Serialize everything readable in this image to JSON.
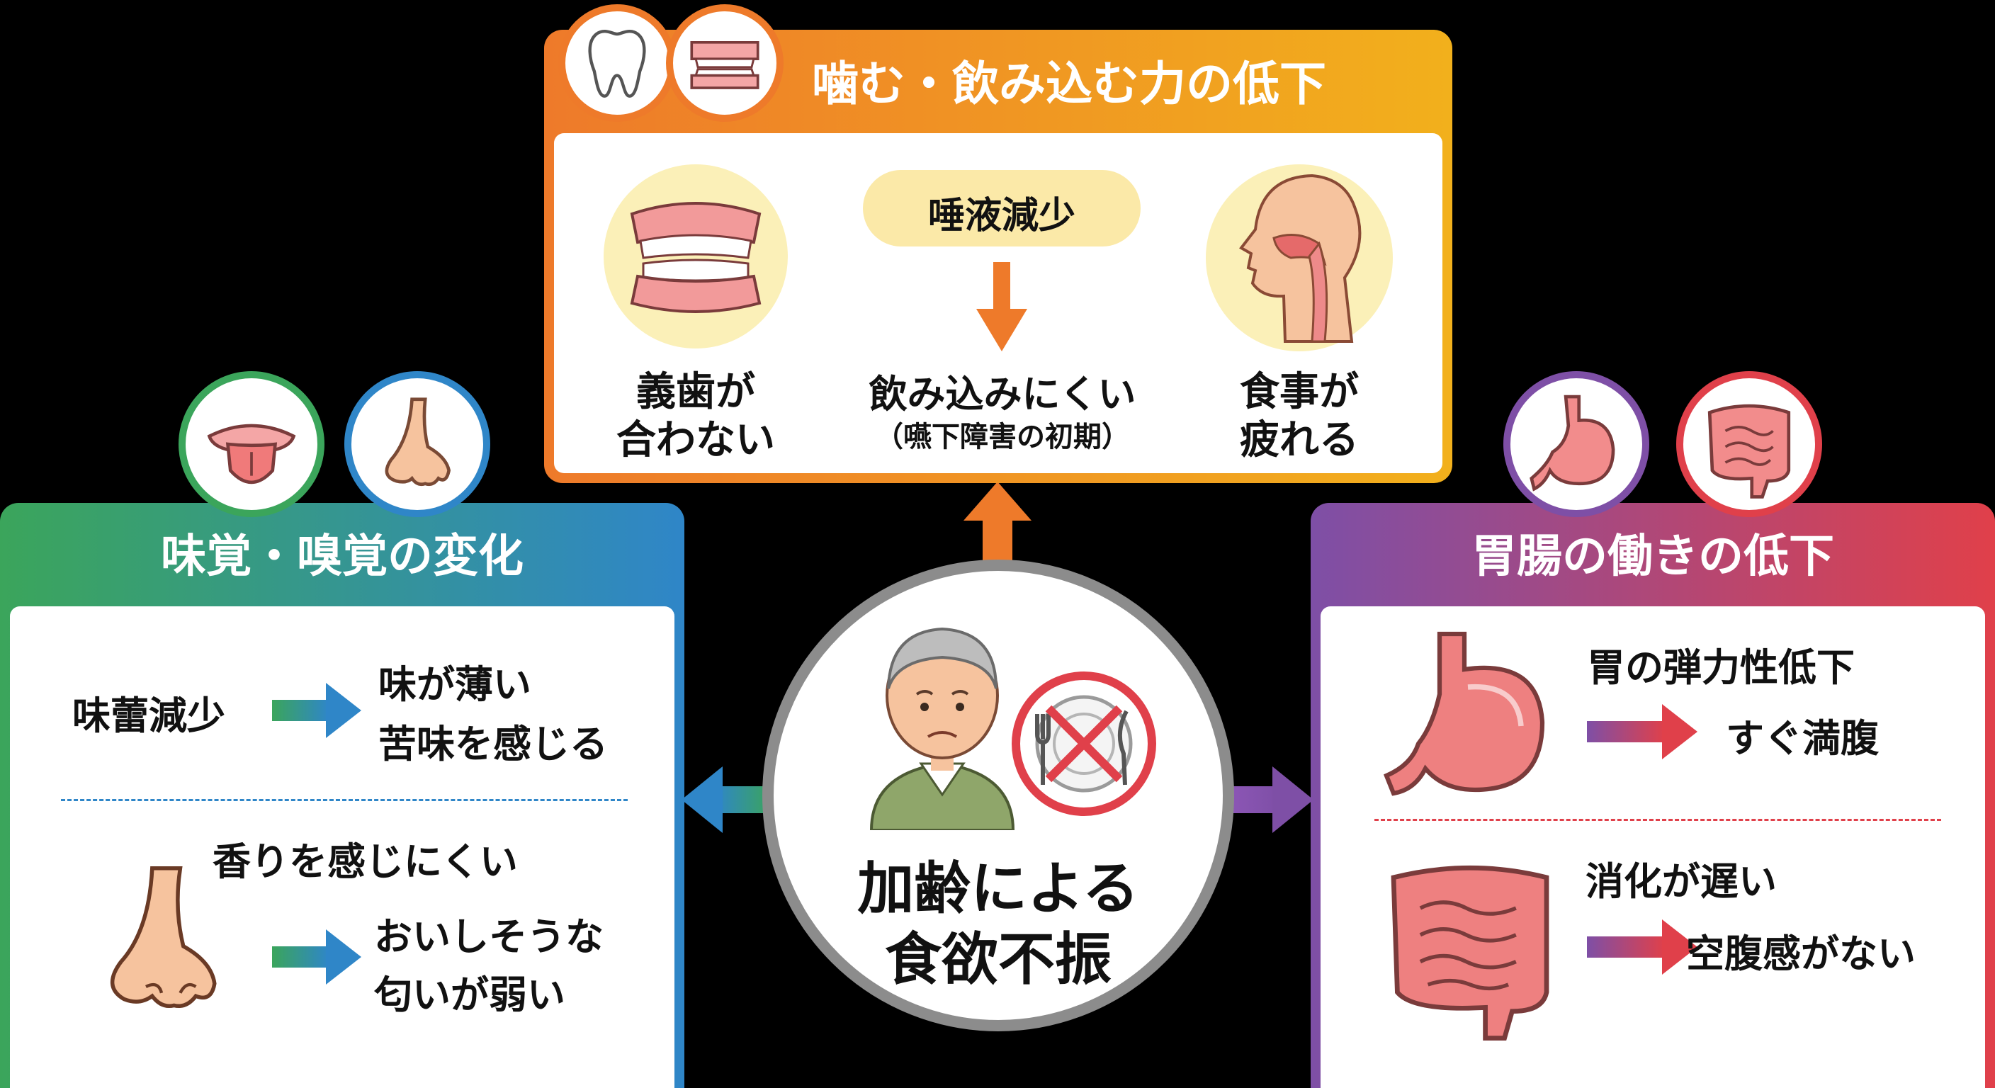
{
  "center": {
    "line1": "加齢による",
    "line2": "食欲不振"
  },
  "top": {
    "title": "噛む・飲み込む力の低下",
    "saliva": "唾液減少",
    "denture_line1": "義歯が",
    "denture_line2": "合わない",
    "swallow_line1": "飲み込みにくい",
    "swallow_line2": "（嚥下障害の初期）",
    "tired_line1": "食事が",
    "tired_line2": "疲れる"
  },
  "left": {
    "title": "味覚・嗅覚の変化",
    "taste_cause": "味蕾減少",
    "taste_effect1": "味が薄い",
    "taste_effect2": "苦味を感じる",
    "smell_cause": "香りを感じにくい",
    "smell_effect1": "おいしそうな",
    "smell_effect2": "匂いが弱い"
  },
  "right": {
    "title": "胃腸の働きの低下",
    "stomach_cause": "胃の弾力性低下",
    "stomach_effect": "すぐ満腹",
    "intestine_cause": "消化が遅い",
    "intestine_effect": "空腹感がない"
  },
  "colors": {
    "top_orange": "#EE7A2A",
    "top_yellow": "#F2B01C",
    "left_green": "#3BA55B",
    "left_blue": "#2F86C8",
    "right_purple": "#7E4FA6",
    "right_red": "#E0404A",
    "center_gray": "#8C8C8C",
    "no_eat_red": "#E0404A"
  }
}
